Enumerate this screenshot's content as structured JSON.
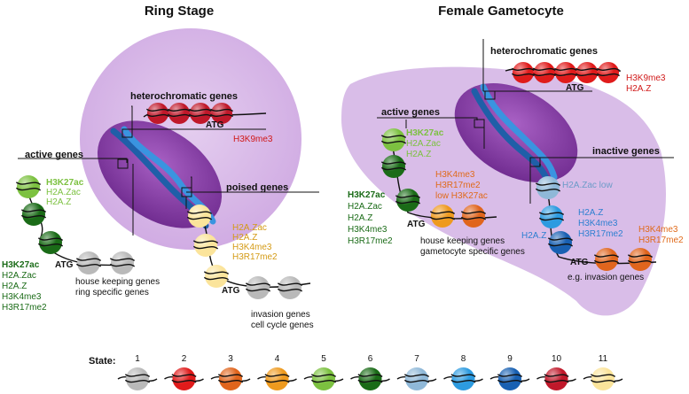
{
  "colors": {
    "s1": "#b9b9b9",
    "s2": "#e01b1b",
    "s3": "#e0651d",
    "s4": "#ee9a1f",
    "s5": "#7cc140",
    "s6": "#1a6b17",
    "s7": "#8fb8d8",
    "s8": "#2d9be0",
    "s9": "#1860b2",
    "s10": "#c0182a",
    "s11": "#fbe49b",
    "nucleus": "#d9bde8",
    "ellipse": "#8a3ea6",
    "helix": "#2f80d0",
    "text_red": "#d01818",
    "text_lightgreen": "#7cc140",
    "text_darkgreen": "#1a6b17",
    "text_orange": "#e06a1a",
    "text_gold": "#d49a14",
    "text_blue": "#2d7fd0",
    "text_steel": "#6c9bc8"
  },
  "ring": {
    "title": "Ring Stage",
    "heterochromatic_header": "heterochromatic genes",
    "heterochromatic_mark": "H3K9me3",
    "heterochromatic_atg": "ATG",
    "active_header": "active genes",
    "active_top": [
      "H3K27ac",
      "H2A.Zac",
      "H2A.Z"
    ],
    "active_bottom": [
      "H3K27ac",
      "H2A.Zac",
      "H2A.Z",
      "H3K4me3",
      "H3R17me2"
    ],
    "active_atg": "ATG",
    "active_caption": [
      "house keeping genes",
      "ring specific genes"
    ],
    "poised_header": "poised genes",
    "poised_marks": [
      "H2A.Zac",
      "H2A.Z",
      "H3K4me3",
      "H3R17me2"
    ],
    "poised_atg": "ATG",
    "poised_caption": [
      "invasion genes",
      "cell cycle genes"
    ]
  },
  "gametocyte": {
    "title": "Female Gametocyte",
    "heterochromatic_header": "heterochromatic genes",
    "heterochromatic_marks": [
      "H3K9me3",
      "H2A.Z"
    ],
    "heterochromatic_atg": "ATG",
    "active_header": "active genes",
    "active_top": [
      "H3K27ac",
      "H2A.Zac",
      "H2A.Z"
    ],
    "active_bottom": [
      "H3K27ac",
      "H2A.Zac",
      "H2A.Z",
      "H3K4me3",
      "H3R17me2"
    ],
    "active_orange": [
      "H3K4me3",
      "H3R17me2",
      "low H3K27ac"
    ],
    "active_atg": "ATG",
    "active_caption": [
      "house keeping genes",
      "gametocyte specific genes"
    ],
    "inactive_header": "inactive genes",
    "inactive_low": "H2A.Zac low",
    "inactive_mid": [
      "H2A.Z",
      "H3K4me3",
      "H3R17me2"
    ],
    "inactive_left": "H2A.Z",
    "inactive_right": [
      "H3K4me3",
      "H3R17me2"
    ],
    "inactive_atg": "ATG",
    "inactive_caption": "e.g. invasion genes"
  },
  "legend": {
    "label": "State:",
    "states": [
      "1",
      "2",
      "3",
      "4",
      "5",
      "6",
      "7",
      "8",
      "9",
      "10",
      "11"
    ]
  }
}
